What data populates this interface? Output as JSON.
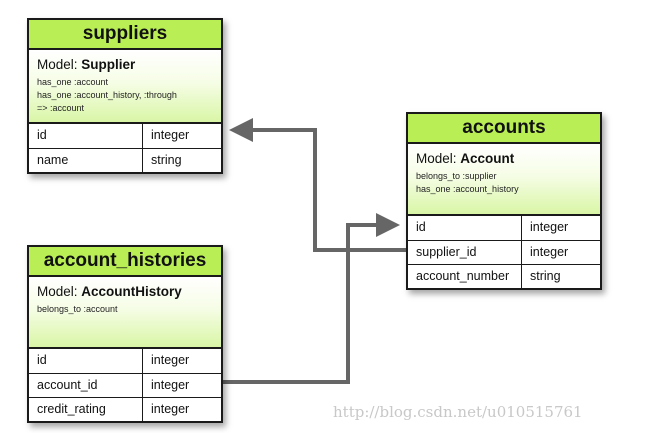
{
  "tables": [
    {
      "id": "suppliers",
      "title": "suppliers",
      "model_prefix": "Model: ",
      "model_name": "Supplier",
      "associations": [
        "has_one :account",
        "has_one :account_history, :through",
        "=> :account"
      ],
      "columns": [
        {
          "name": "id",
          "type": "integer"
        },
        {
          "name": "name",
          "type": "string"
        }
      ]
    },
    {
      "id": "account_histories",
      "title": "account_histories",
      "model_prefix": "Model: ",
      "model_name": "AccountHistory",
      "associations": [
        "belongs_to :account"
      ],
      "columns": [
        {
          "name": "id",
          "type": "integer"
        },
        {
          "name": "account_id",
          "type": "integer"
        },
        {
          "name": "credit_rating",
          "type": "integer"
        }
      ]
    },
    {
      "id": "accounts",
      "title": "accounts",
      "model_prefix": "Model: ",
      "model_name": "Account",
      "associations": [
        "belongs_to :supplier",
        "has_one :account_history"
      ],
      "columns": [
        {
          "name": "id",
          "type": "integer"
        },
        {
          "name": "supplier_id",
          "type": "integer"
        },
        {
          "name": "account_number",
          "type": "string"
        }
      ]
    }
  ],
  "relationships": [
    {
      "from": "accounts.supplier_id",
      "to": "suppliers.id"
    },
    {
      "from": "account_histories.account_id",
      "to": "accounts.id"
    }
  ],
  "colors": {
    "header": "#b9ee55",
    "connector": "#666666"
  },
  "watermark": "http://blog.csdn.net/u010515761"
}
